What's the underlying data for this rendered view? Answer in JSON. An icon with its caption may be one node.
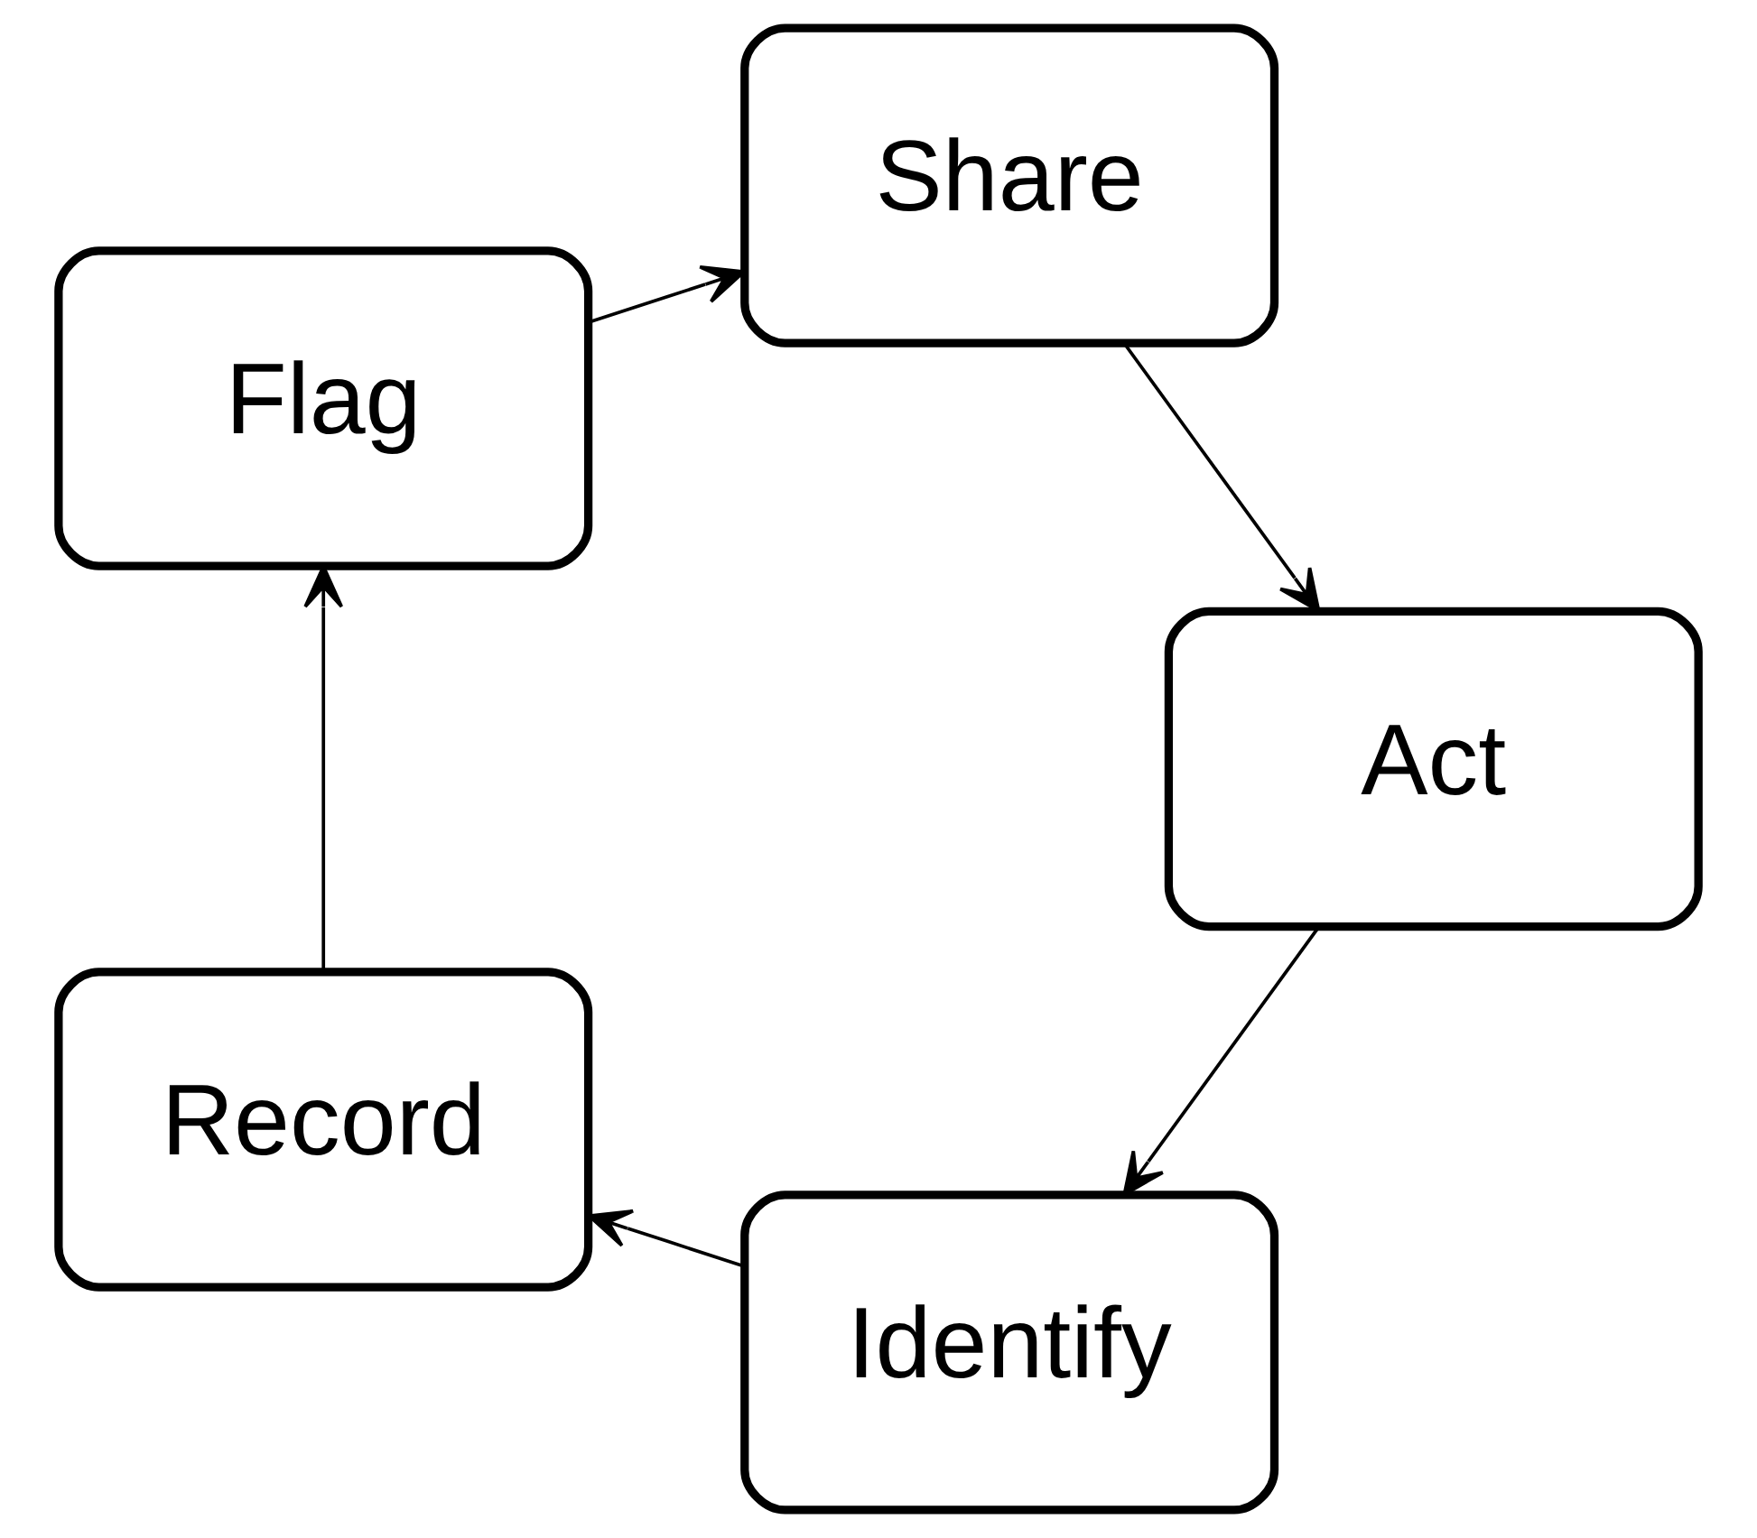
{
  "diagram": {
    "nodes": [
      {
        "text": [
          "Identify"
        ]
      },
      {
        "text": [
          "Record"
        ]
      },
      {
        "text": [
          "Flag"
        ]
      },
      {
        "text": [
          "Share"
        ]
      },
      {
        "text": [
          "Act"
        ]
      }
    ],
    "edges": [
      {
        "from": 0,
        "to": 1,
        "arrow": "to"
      },
      {
        "from": 1,
        "to": 2,
        "arrow": "to"
      },
      {
        "from": 2,
        "to": 3,
        "arrow": "to"
      },
      {
        "from": 3,
        "to": 4,
        "arrow": "to"
      },
      {
        "from": 4,
        "to": 0,
        "arrow": "to"
      }
    ]
  }
}
